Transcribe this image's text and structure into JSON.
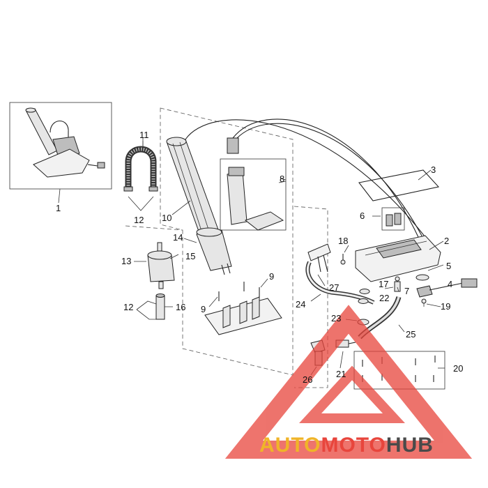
{
  "diagram": {
    "callouts": [
      "1",
      "2",
      "3",
      "4",
      "5",
      "6",
      "7",
      "8",
      "9",
      "9",
      "10",
      "11",
      "12",
      "12",
      "13",
      "14",
      "15",
      "16",
      "17",
      "18",
      "19",
      "20",
      "21",
      "22",
      "23",
      "24",
      "25",
      "26",
      "27"
    ]
  },
  "watermark": {
    "word_a": "AUTO",
    "word_b": "MOTO",
    "word_c": "HUB",
    "color_a": "#f0b429",
    "color_b": "#e8453c",
    "color_c": "#4a4a4a",
    "triangle_color": "#e8453c"
  }
}
